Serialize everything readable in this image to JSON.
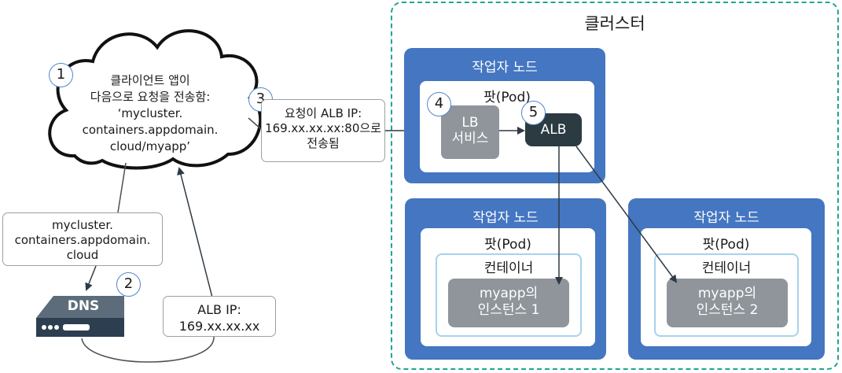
{
  "client": {
    "badge": "1",
    "line1": "클라이언트 앱이",
    "line2": "다음으로 요청을 전송함:",
    "line3": "‘mycluster.",
    "line4": "containers.appdomain.",
    "line5": "cloud/myapp’"
  },
  "dns_query": {
    "line1": "mycluster.",
    "line2": "containers.appdomain.",
    "line3": "cloud"
  },
  "dns": {
    "badge": "2",
    "label": "DNS"
  },
  "dns_reply": {
    "line1": "ALB IP:",
    "line2": "169.xx.xx.xx"
  },
  "request": {
    "badge": "3",
    "line1": "요청이 ALB IP:",
    "line2": "169.xx.xx.xx:80으로",
    "line3": "전송됨"
  },
  "cluster": {
    "title": "클러스터",
    "nodes": [
      {
        "title": "작업자 노드",
        "pod_title": "팟(Pod)",
        "lb_service": {
          "badge": "4",
          "line1": "LB",
          "line2": "서비스"
        },
        "alb": {
          "badge": "5",
          "label": "ALB"
        }
      },
      {
        "title": "작업자 노드",
        "pod_title": "팟(Pod)",
        "container_title": "컨테이너",
        "instance": {
          "line1": "myapp의",
          "line2": "인스턴스 1"
        }
      },
      {
        "title": "작업자 노드",
        "pod_title": "팟(Pod)",
        "container_title": "컨테이너",
        "instance": {
          "line1": "myapp의",
          "line2": "인스턴스 2"
        }
      }
    ]
  },
  "colors": {
    "cluster_border": "#24a390",
    "node_fill": "#4476c1",
    "container_border": "#a7d2ef",
    "service_fill": "#8f959b",
    "alb_fill": "#2c3a42",
    "badge_border": "#4f86cf"
  }
}
